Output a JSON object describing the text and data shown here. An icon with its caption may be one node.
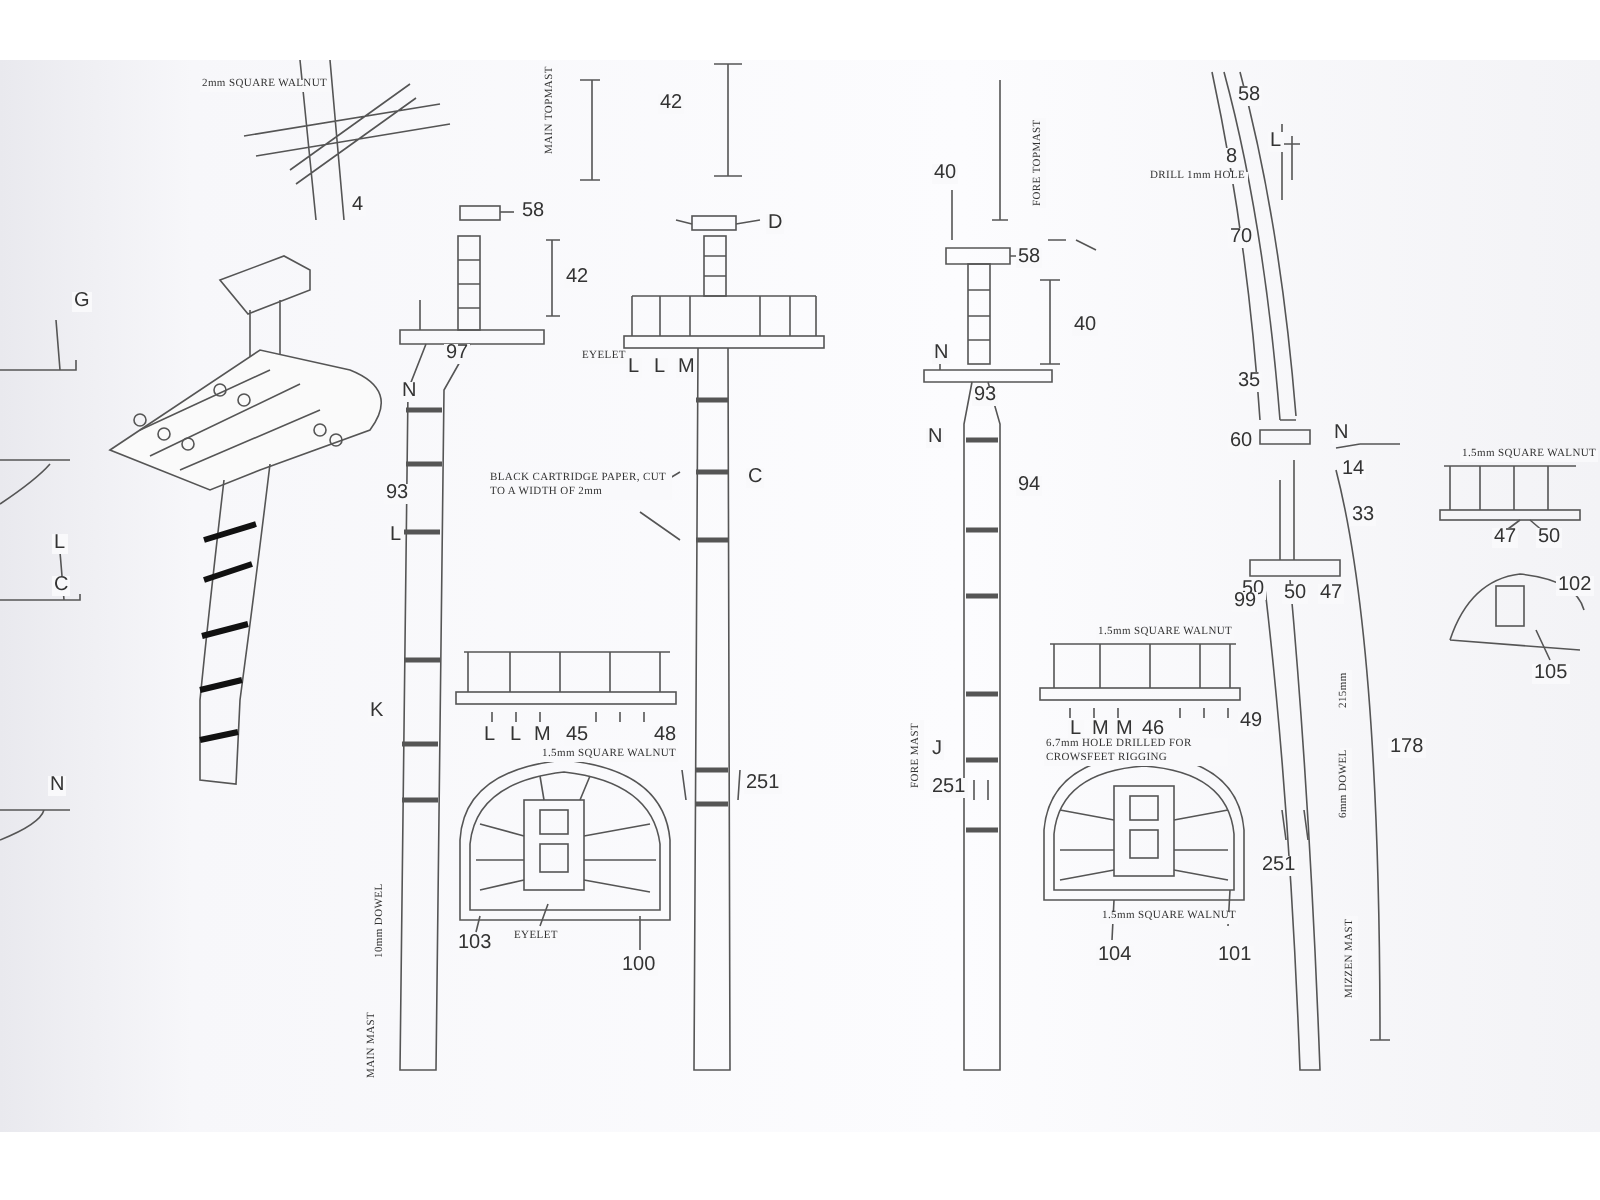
{
  "diagram": {
    "labels": [
      "2mm SQUARE WALNUT",
      "4",
      "G",
      "L",
      "C",
      "N",
      "58",
      "42",
      "97",
      "N",
      "93",
      "L",
      "BLACK CARTRIDGE PAPER, CUT TO A WIDTH OF 2mm",
      "C",
      "EYELET",
      "L",
      "L",
      "M",
      "D",
      "42",
      "MAIN TOPMAST",
      "K",
      "L",
      "L",
      "M",
      "45",
      "48",
      "1.5mm SQUARE WALNUT",
      "103",
      "EYELET",
      "100",
      "251",
      "10mm DOWEL",
      "MAIN MAST",
      "40",
      "FORE TOPMAST",
      "58",
      "40",
      "N",
      "93",
      "N",
      "94",
      "J",
      "251",
      "FORE MAST",
      "1.5mm SQUARE WALNUT",
      "L",
      "M",
      "M",
      "46",
      "49",
      "6.7mm HOLE DRILLED FOR CROWSFEET RIGGING",
      "1.5mm SQUARE WALNUT",
      "104",
      "101",
      "58",
      "8",
      "DRILL 1mm HOLE",
      "L",
      "70",
      "35",
      "60",
      "N",
      "14",
      "33",
      "50",
      "50",
      "47",
      "99",
      "251",
      "178",
      "215mm",
      "6mm DOWEL",
      "MIZZEN MAST",
      "1.5mm SQUARE WALNUT",
      "47",
      "50",
      "102",
      "105"
    ]
  }
}
